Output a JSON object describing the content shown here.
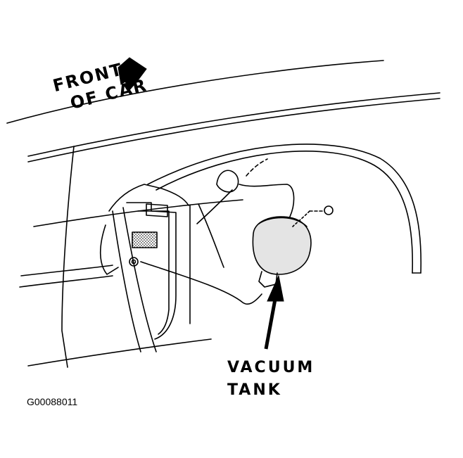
{
  "labels": {
    "front_line1": "FRONT",
    "front_line2": "OF CAR",
    "part_line1": "VACUUM",
    "part_line2": "TANK"
  },
  "figure_code": "G00088011",
  "colors": {
    "ink": "#000000",
    "paper": "#ffffff"
  },
  "icons": {
    "direction_arrow": "arrow-icon",
    "pointer_arrow": "arrow-icon"
  }
}
